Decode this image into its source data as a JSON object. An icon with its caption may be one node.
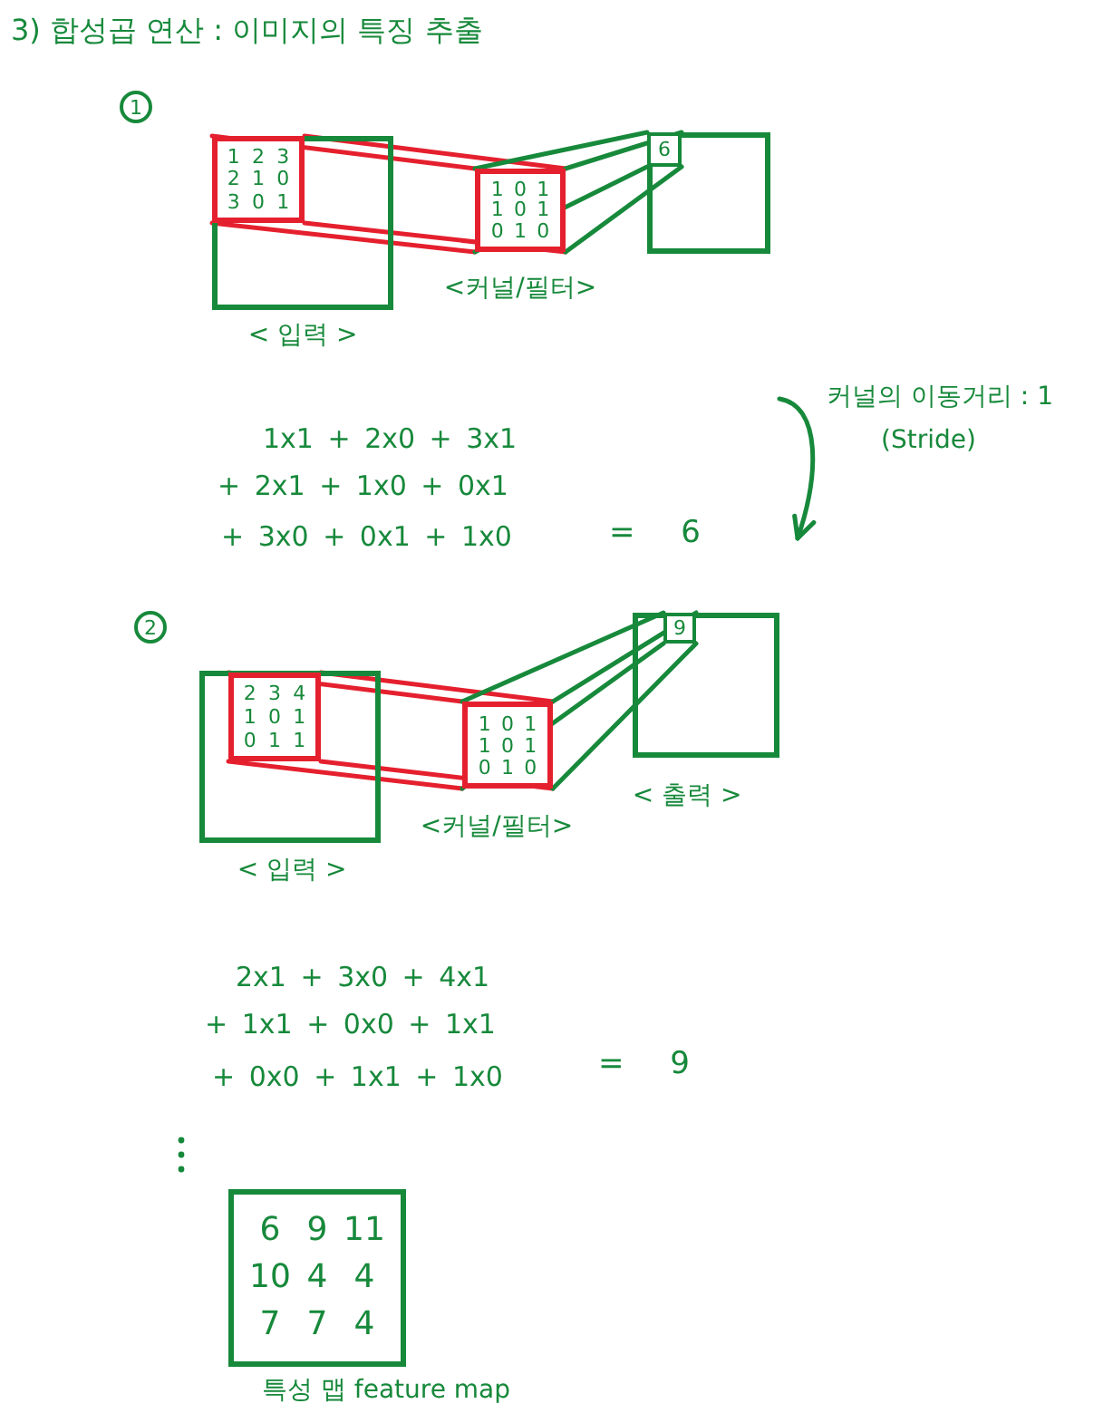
{
  "diagram": {
    "title": "3) 합성곱 연산 : 이미지의 특징 추출",
    "nodes": [
      {
        "text": [
          "1"
        ]
      },
      {
        "text": [],
        "shape": "box",
        "beside": [
          "< 입력 >"
        ]
      },
      {
        "text": [
          "1",
          "2",
          "3",
          "2",
          "1",
          "0",
          "3",
          "0",
          "1"
        ],
        "in": 1
      },
      {
        "text": [
          "1",
          "0",
          "1",
          "1",
          "0",
          "1",
          "0",
          "1",
          "0"
        ],
        "beside": [
          "<커널/필터>"
        ]
      },
      {
        "text": [],
        "shape": "box"
      },
      {
        "text": [
          "6"
        ],
        "in": 4
      },
      {
        "text": [
          "커널의 이동거리 : 1",
          "(Stride)"
        ]
      },
      {
        "text": [
          "2"
        ]
      },
      {
        "text": [],
        "shape": "box",
        "beside": [
          "< 입력 >"
        ]
      },
      {
        "text": [
          "2",
          "3",
          "4",
          "1",
          "0",
          "1",
          "0",
          "1",
          "1"
        ],
        "in": 8
      },
      {
        "text": [
          "1",
          "0",
          "1",
          "1",
          "0",
          "1",
          "0",
          "1",
          "0"
        ],
        "beside": [
          "<커널/필터>"
        ]
      },
      {
        "text": [],
        "shape": "box",
        "beside": [
          "< 출력 >"
        ]
      },
      {
        "text": [
          "9"
        ],
        "in": 11
      },
      {
        "text": [
          "6",
          "9",
          "11",
          "10",
          "4",
          "4",
          "7",
          "7",
          "4"
        ],
        "beside": [
          "특성 맵 feature map"
        ]
      }
    ],
    "edges": [
      {
        "from": 2,
        "to": 3,
        "arrow": "none",
        "color": "#e5202e"
      },
      {
        "from": 2,
        "to": 3,
        "arrow": "none",
        "color": "#e5202e"
      },
      {
        "from": 2,
        "to": 3,
        "arrow": "none",
        "color": "#e5202e"
      },
      {
        "from": 2,
        "to": 3,
        "arrow": "none",
        "color": "#e5202e"
      },
      {
        "from": 3,
        "to": 5,
        "arrow": "none"
      },
      {
        "from": 3,
        "to": 5,
        "arrow": "none"
      },
      {
        "from": 3,
        "to": 5,
        "arrow": "none"
      },
      {
        "from": 3,
        "to": 5,
        "arrow": "none"
      },
      {
        "from": 6,
        "to": null,
        "arrow": "to"
      },
      {
        "from": 9,
        "to": 10,
        "arrow": "none",
        "color": "#e5202e"
      },
      {
        "from": 9,
        "to": 10,
        "arrow": "none",
        "color": "#e5202e"
      },
      {
        "from": 9,
        "to": 10,
        "arrow": "none",
        "color": "#e5202e"
      },
      {
        "from": 9,
        "to": 10,
        "arrow": "none",
        "color": "#e5202e"
      },
      {
        "from": 10,
        "to": 12,
        "arrow": "none"
      },
      {
        "from": 10,
        "to": 12,
        "arrow": "none"
      },
      {
        "from": 10,
        "to": 12,
        "arrow": "none"
      },
      {
        "from": 10,
        "to": 12,
        "arrow": "none"
      }
    ],
    "labels": [
      "1x1 + 2x0 + 3x1",
      "+ 2x1 + 1x0 + 0x1",
      "+ 3x0 + 0x1 + 1x0",
      "= 6",
      "2x1 + 3x0 + 4x1",
      "+ 1x1 + 0x0 + 1x1",
      "+ 0x0 + 1x1 + 1x0",
      "= 9"
    ]
  }
}
